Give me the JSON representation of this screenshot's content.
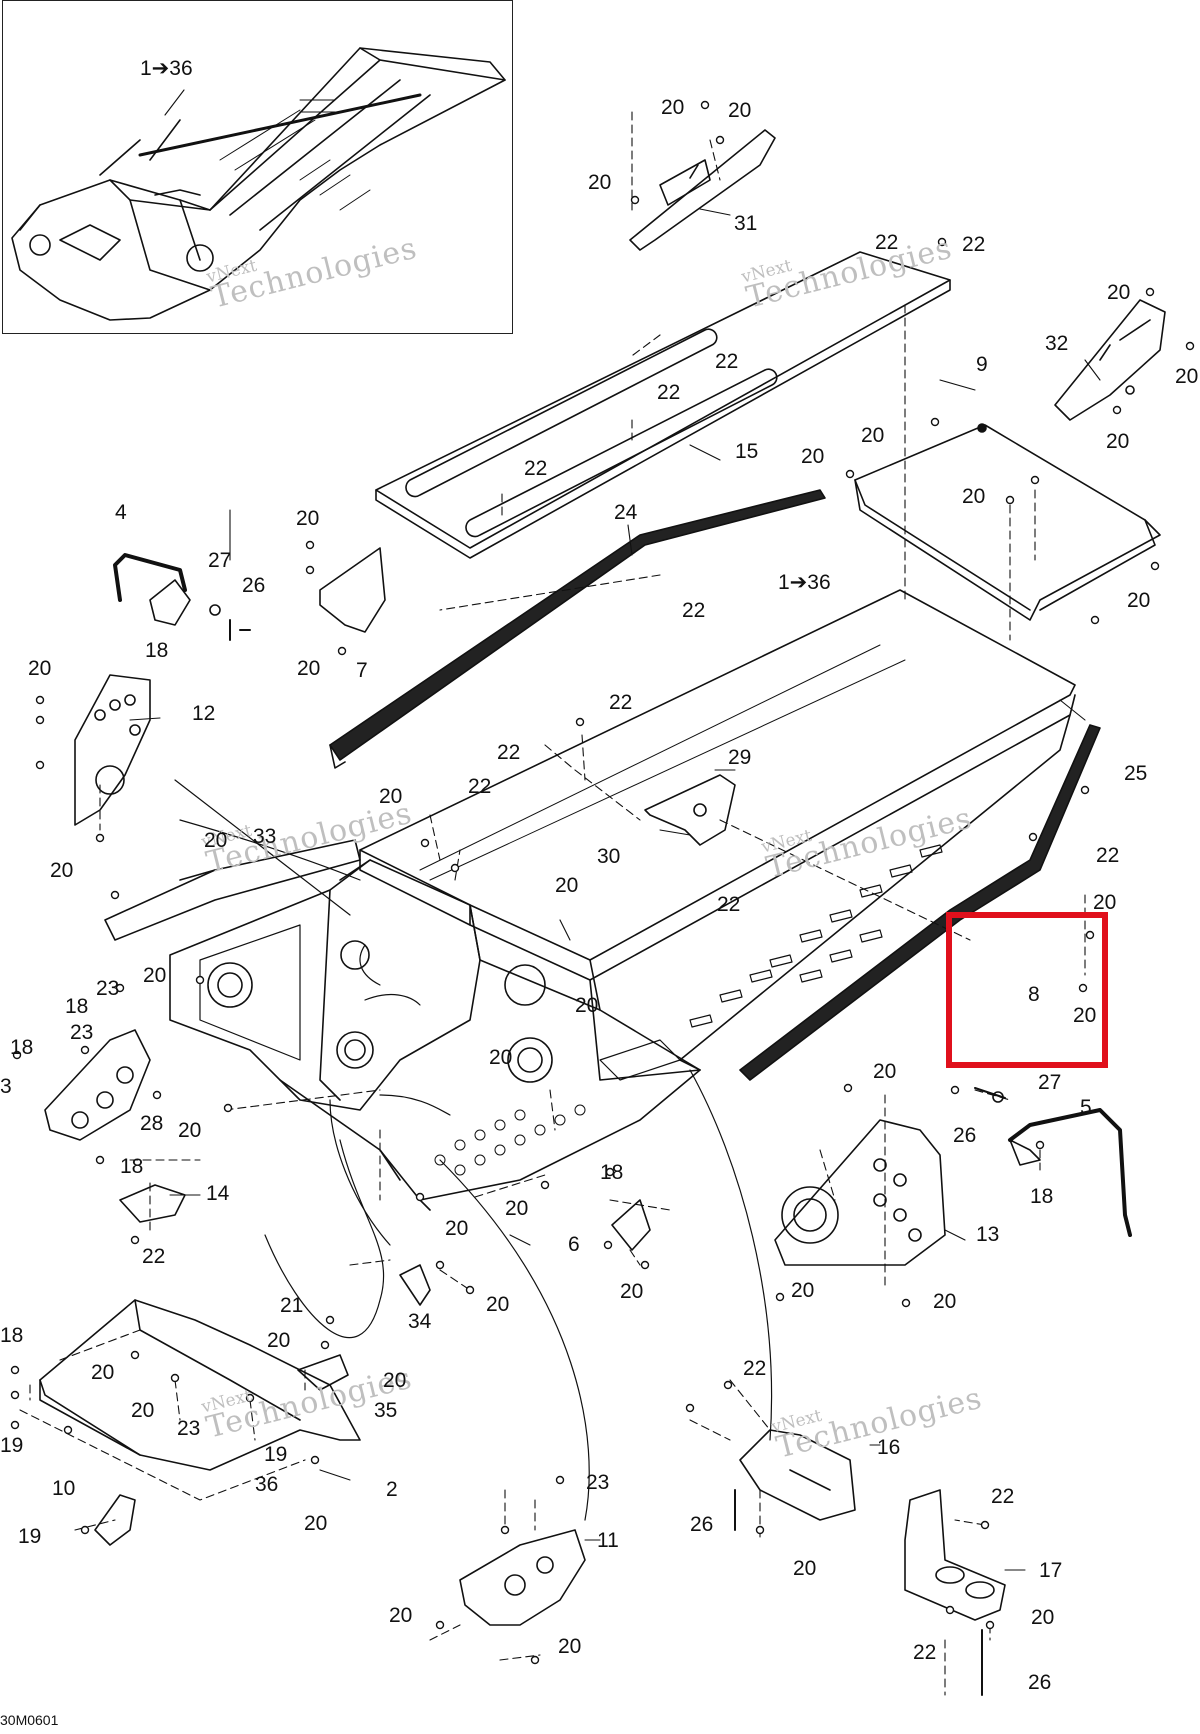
{
  "drawing_code": "30M0601",
  "highlight_color": "#e0101c",
  "watermark": {
    "line1": "vNext",
    "line2": "Technologies",
    "line_alt": "vNext Technologies"
  },
  "callouts": {
    "c_1to36_inset": "1➔36",
    "c_1to36_main": "1➔36",
    "c2": "2",
    "c3": "3",
    "c4": "4",
    "c5": "5",
    "c6": "6",
    "c7": "7",
    "c8": "8",
    "c9": "9",
    "c10": "10",
    "c11": "11",
    "c12": "12",
    "c13": "13",
    "c14": "14",
    "c15": "15",
    "c16": "16",
    "c17": "17",
    "c18": "18",
    "c19": "19",
    "c20": "20",
    "c21": "21",
    "c22": "22",
    "c23": "23",
    "c24": "24",
    "c25": "25",
    "c26": "26",
    "c27": "27",
    "c28": "28",
    "c29": "29",
    "c30": "30",
    "c31": "31",
    "c32": "32",
    "c33": "33",
    "c34": "34",
    "c35": "35",
    "c36": "36"
  }
}
